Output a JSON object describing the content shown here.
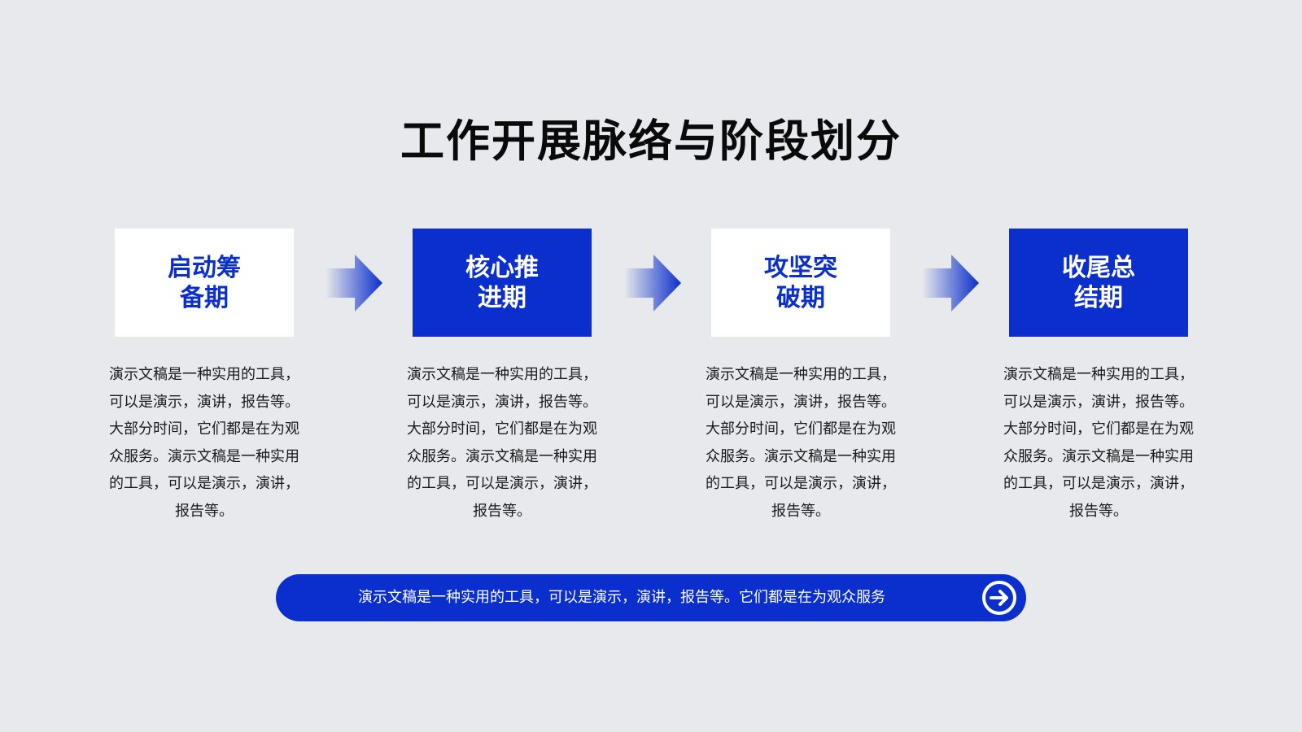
{
  "slide": {
    "title": "工作开展脉络与阶段划分"
  },
  "stages": [
    {
      "name": "启动筹备期",
      "description": "演示文稿是一种实用的工具，可以是演示，演讲，报告等。大部分时间，它们都是在为观众服务。演示文稿是一种实用的工具，可以是演示，演讲，报告等。"
    },
    {
      "name": "核心推进期",
      "description": "演示文稿是一种实用的工具，可以是演示，演讲，报告等。大部分时间，它们都是在为观众服务。演示文稿是一种实用的工具，可以是演示，演讲，报告等。"
    },
    {
      "name": "攻坚突破期",
      "description": "演示文稿是一种实用的工具，可以是演示，演讲，报告等。大部分时间，它们都是在为观众服务。演示文稿是一种实用的工具，可以是演示，演讲，报告等。"
    },
    {
      "name": "收尾总结期",
      "description": "演示文稿是一种实用的工具，可以是演示，演讲，报告等。大部分时间，它们都是在为观众服务。演示文稿是一种实用的工具，可以是演示，演讲，报告等。"
    }
  ],
  "footer": {
    "text": "演示文稿是一种实用的工具，可以是演示，演讲，报告等。它们都是在为观众服务",
    "icon": "arrow-right-circle-icon"
  },
  "colors": {
    "background": "#e8e9ed",
    "accent": "#0b2fcc",
    "card_light": "#ffffff"
  }
}
